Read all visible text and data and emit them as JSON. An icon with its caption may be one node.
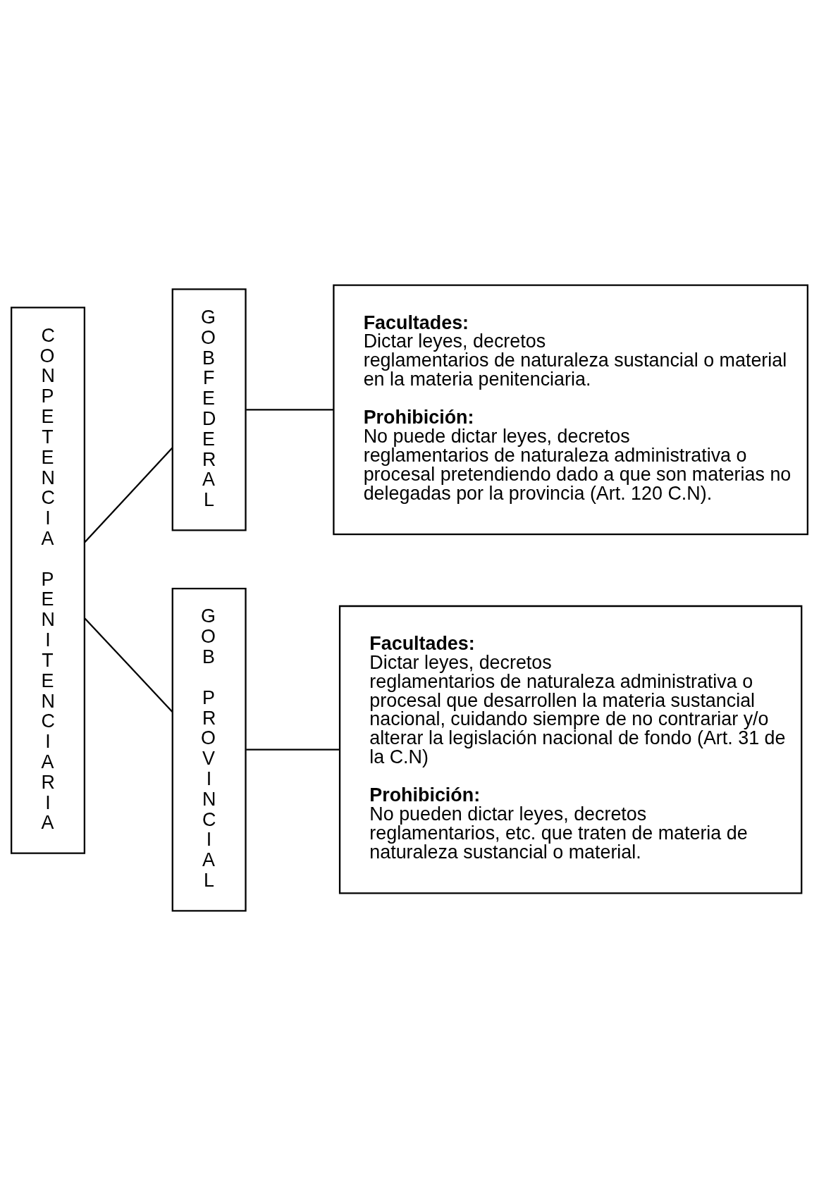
{
  "diagram": {
    "nodes": [
      {
        "text": [
          "CONPETENCIA PENITENCIARIA"
        ]
      },
      {
        "text": [
          "GOBFEDERAL"
        ]
      },
      {
        "text": [
          "GOB PROVINCIAL"
        ]
      },
      {
        "text": [
          "**Facultades:** Dictar leyes, decretos reglamentarios de naturaleza sustancial o material en la materia penitenciaria.",
          "**Prohibición:** No puede dictar leyes, decretos reglamentarios de naturaleza administrativa o procesal pretendiendo dado a que son materias no delegadas por la provincia (Art. 120 C.N)."
        ]
      },
      {
        "text": [
          "**Facultades:** Dictar leyes, decretos reglamentarios de naturaleza administrativa o procesal que desarrollen la materia sustancial nacional, cuidando siempre de no contrariar y/o alterar la legislación nacional de fondo (Art. 31 de la C.N)",
          "**Prohibición:** No pueden dictar leyes, decretos reglamentarios, etc. que traten de materia de naturaleza sustancial o material."
        ]
      }
    ],
    "edges": [
      {
        "from": 0,
        "to": 1,
        "arrow": "none"
      },
      {
        "from": 0,
        "to": 2,
        "arrow": "none"
      },
      {
        "from": 1,
        "to": 3,
        "arrow": "none"
      },
      {
        "from": 2,
        "to": 4,
        "arrow": "none"
      }
    ]
  }
}
